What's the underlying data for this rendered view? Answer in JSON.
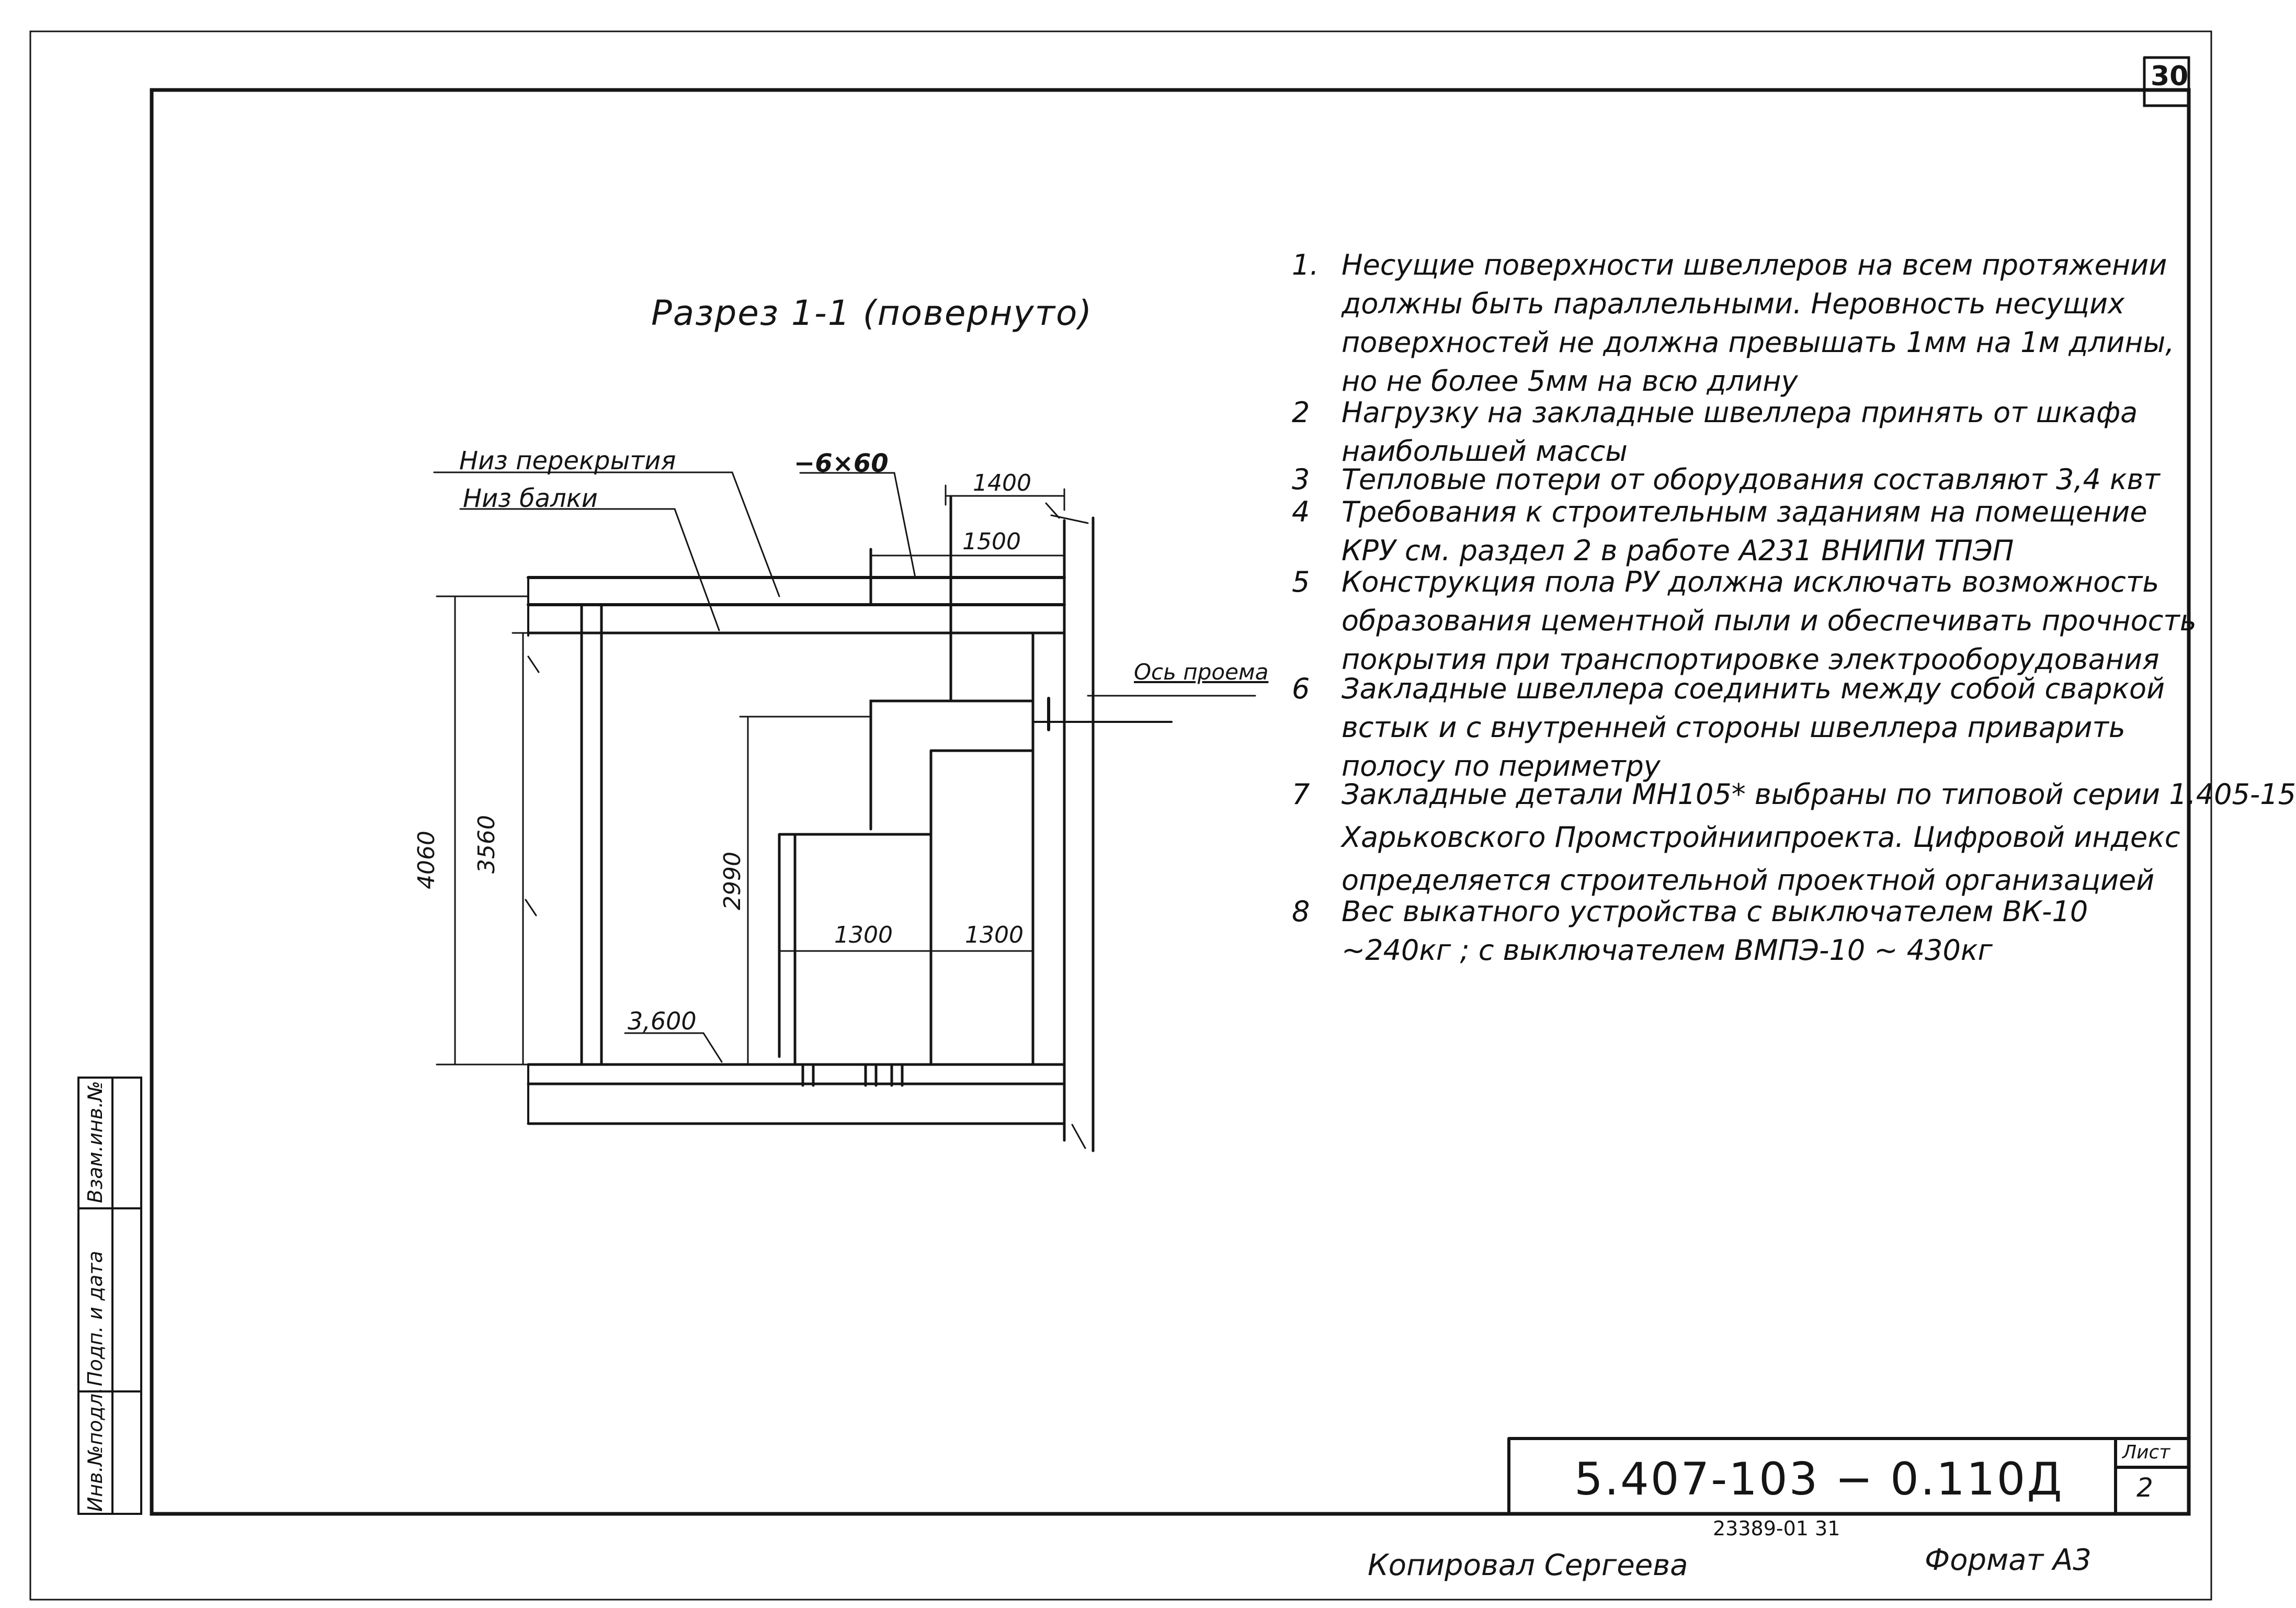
{
  "sheet_number": "30",
  "section_title": "Разрез 1-1 (повернуто)",
  "labels": {
    "niz_perekrytiya": "Низ перекрытия",
    "niz_balki": "Низ балки",
    "strip": "−6×60",
    "os_proema": "Ось проема",
    "level": "3,600"
  },
  "dimensions": {
    "d1400": "1400",
    "d1500": "1500",
    "d4060": "4060",
    "d3560": "3560",
    "d2990": "2990",
    "d1300a": "1300",
    "d1300b": "1300"
  },
  "notes": [
    {
      "num": "1.",
      "lines": [
        "Несущие поверхности швеллеров на всем протяжении",
        "должны быть параллельными. Неровность  несущих",
        "поверхностей не должна превышать 1мм на 1м длины,",
        "но не более 5мм на всю длину"
      ]
    },
    {
      "num": "2",
      "lines": [
        "Нагрузку на закладные швеллера принять от шкафа",
        "наибольшей массы"
      ]
    },
    {
      "num": "3",
      "lines": [
        "Тепловые потери от оборудования составляют 3,4 квт"
      ]
    },
    {
      "num": "4",
      "lines": [
        "Требования к строительным заданиям на помещение",
        "КРУ  см. раздел 2 в работе А231 ВНИПИ ТПЭП"
      ]
    },
    {
      "num": "5",
      "lines": [
        "Конструкция пола РУ должна исключать возможность",
        "образования цементной пыли и обеспечивать прочность",
        "покрытия при транспортировке электрооборудования"
      ]
    },
    {
      "num": "6",
      "lines": [
        "Закладные  швеллера соединить между собой сваркой",
        "встык и с внутренней стороны швеллера приварить",
        "полосу по периметру"
      ]
    },
    {
      "num": "7",
      "lines": [
        "Закладные детали МН105* выбраны по типовой серии 1.405-15",
        "Харьковского Промстройниипроекта. Цифровой индекс",
        "определяется строительной проектной организацией"
      ]
    },
    {
      "num": "8",
      "lines": [
        "Вес выкатного устройства с выключателем ВК-10",
        "~240кг ; с выключателем ВМПЭ-10 ~ 430кг"
      ]
    }
  ],
  "title_block": {
    "code": "5.407-103  − 0.110Д",
    "sheet_label": "Лист",
    "sheet_value": "2",
    "inventory": "23389-01   31"
  },
  "footer": {
    "copied": "Копировал Сергеева",
    "format": "Формат А3"
  },
  "side_stamp": [
    "Инв.№подл.",
    "Подп. и дата",
    "Взам.инв.№"
  ]
}
